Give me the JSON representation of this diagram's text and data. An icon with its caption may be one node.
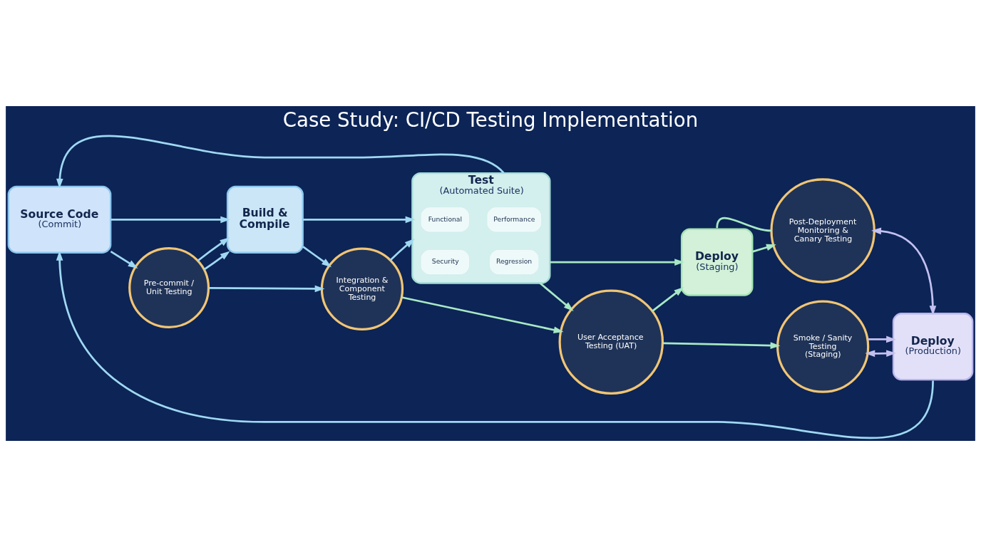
{
  "diagram": {
    "title": "Case Study: CI/CD Testing Implementation",
    "nodes": [
      {
        "text": [
          "Source Code",
          "(Commit)"
        ]
      },
      {
        "text": [
          "Build & Compile"
        ]
      },
      {
        "text": [
          "Test",
          "(Automated Suite)"
        ]
      },
      {
        "text": [
          "Functional"
        ],
        "in": 2
      },
      {
        "text": [
          "Performance"
        ],
        "in": 2
      },
      {
        "text": [
          "Security"
        ],
        "in": 2
      },
      {
        "text": [
          "Regression"
        ],
        "in": 2
      },
      {
        "text": [
          "Deploy",
          "(Staging)"
        ]
      },
      {
        "text": [
          "Post-Deployment Monitoring & Canary Testing"
        ]
      },
      {
        "text": [
          "Deploy",
          "(Production)"
        ]
      },
      {
        "text": [
          "Pre-commit / Unit Testing"
        ]
      },
      {
        "text": [
          "Integration & Component Testing"
        ]
      },
      {
        "text": [
          "User Acceptance Testing (UAT)"
        ]
      },
      {
        "text": [
          "Smoke / Sanity Testing (Staging)"
        ]
      }
    ],
    "edges": [
      {
        "from": 0,
        "to": 1,
        "arrow": "to"
      },
      {
        "from": 0,
        "to": 10,
        "arrow": "to"
      },
      {
        "from": 10,
        "to": 1,
        "arrow": "to"
      },
      {
        "from": 10,
        "to": 1,
        "arrow": "to"
      },
      {
        "from": 10,
        "to": 11,
        "arrow": "to"
      },
      {
        "from": 1,
        "to": 2,
        "arrow": "to"
      },
      {
        "from": 1,
        "to": 11,
        "arrow": "to"
      },
      {
        "from": 11,
        "to": 2,
        "arrow": "to"
      },
      {
        "from": 11,
        "to": 12,
        "arrow": "to",
        "color": "#a8e8c4"
      },
      {
        "from": 2,
        "to": 7,
        "arrow": "to",
        "color": "#a8e8c4"
      },
      {
        "from": 2,
        "to": 12,
        "arrow": "to",
        "color": "#a8e8c4"
      },
      {
        "from": 12,
        "to": 7,
        "arrow": "to",
        "color": "#a8e8c4"
      },
      {
        "from": 12,
        "to": 13,
        "arrow": "to",
        "color": "#a8e8c4"
      },
      {
        "from": 7,
        "to": 8,
        "arrow": "to",
        "color": "#a8e8c4"
      },
      {
        "from": 7,
        "to": 8,
        "arrow": "none",
        "color": "#a8e8c4"
      },
      {
        "from": 8,
        "to": 9,
        "arrow": "both",
        "color": "#c3c0f0"
      },
      {
        "from": 13,
        "to": 9,
        "arrow": "both",
        "color": "#c3c0f0"
      },
      {
        "from": 13,
        "to": 9,
        "arrow": "to",
        "color": "#c3c0f0"
      },
      {
        "from": 9,
        "to": 0,
        "arrow": "to"
      },
      {
        "from": 2,
        "to": 0,
        "arrow": "to"
      }
    ]
  }
}
